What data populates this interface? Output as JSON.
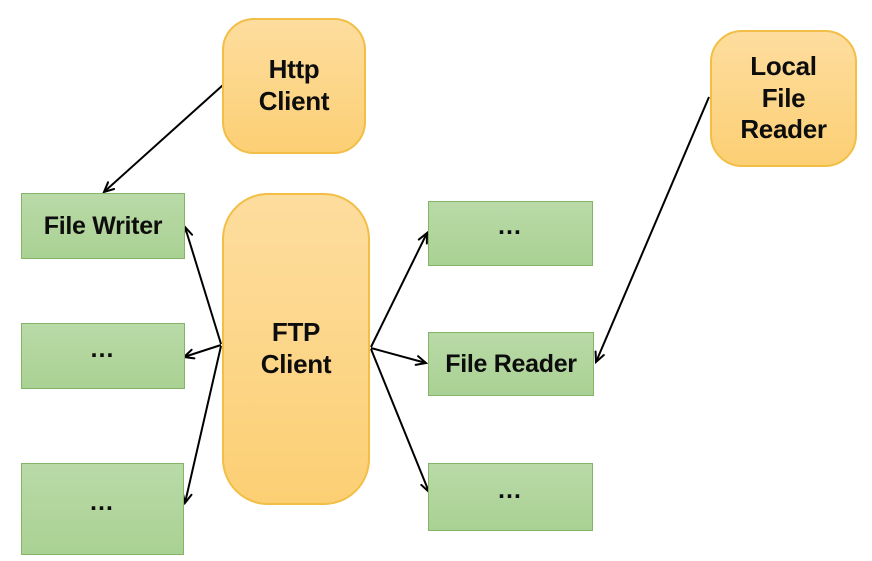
{
  "diagram": {
    "nodes": {
      "http_client": {
        "label": "Http\nClient",
        "type": "client"
      },
      "local_file_reader": {
        "label": "Local\nFile\nReader",
        "type": "client"
      },
      "ftp_client": {
        "label": "FTP\nClient",
        "type": "client"
      },
      "file_writer": {
        "label": "File Writer",
        "type": "component"
      },
      "ellipsis_left_1": {
        "label": "…",
        "type": "component"
      },
      "ellipsis_left_2": {
        "label": "…",
        "type": "component"
      },
      "ellipsis_right_1": {
        "label": "…",
        "type": "component"
      },
      "file_reader": {
        "label": "File Reader",
        "type": "component"
      },
      "ellipsis_right_2": {
        "label": "…",
        "type": "component"
      }
    },
    "edges": [
      {
        "from": "http_client",
        "to": "file_writer"
      },
      {
        "from": "ftp_client",
        "to": "file_writer"
      },
      {
        "from": "ftp_client",
        "to": "ellipsis_left_1"
      },
      {
        "from": "ftp_client",
        "to": "ellipsis_left_2"
      },
      {
        "from": "ftp_client",
        "to": "ellipsis_right_1"
      },
      {
        "from": "ftp_client",
        "to": "file_reader"
      },
      {
        "from": "ftp_client",
        "to": "ellipsis_right_2"
      },
      {
        "from": "local_file_reader",
        "to": "file_reader"
      }
    ],
    "colors": {
      "client_fill_top": "#FDDD9E",
      "client_fill_bottom": "#FCCF74",
      "client_border": "#F2BE45",
      "component_fill_top": "#B9DAA7",
      "component_fill_bottom": "#AAD194",
      "component_border": "#84B467",
      "arrow": "#000000",
      "text": "#0D0D0D",
      "background": "#FFFFFF"
    }
  }
}
